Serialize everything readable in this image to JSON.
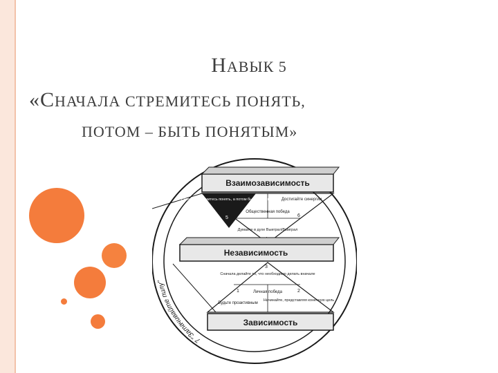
{
  "slide": {
    "title_line1_cap": "Н",
    "title_line1_rest": "АВЫК 5",
    "title_line2_lead": "«С",
    "title_line2_rest": "НАЧАЛА СТРЕМИТЕСЬ ПОНЯТЬ,",
    "title_line3": "ПОТОМ – БЫТЬ ПОНЯТЫМ»"
  },
  "colors": {
    "accent": "#f47c3c",
    "accent_light": "#f7a06a",
    "side_bar": "#fbe7dc",
    "title_text": "#3d3d3d",
    "ink": "#1a1a1a"
  },
  "diagram": {
    "top_bar": "Взаимозависимость",
    "middle_bar": "Независимость",
    "bottom_bar": "Зависимость",
    "arc_label": "7 \"Затачивайте пилу\"",
    "habit5": "Сначала стремитесь понять, а потом быть понятым",
    "habit5_num": "5",
    "habit6": "Достигайте синергии",
    "habit6_num": "6",
    "public_victory": "Общественная победа",
    "habit4": "Думайте в духе Выиграл/Выиграл",
    "habit4_num": "4",
    "habit3_num": "3",
    "habit3": "Сначала делайте то, что необходимо делать вначале",
    "private_victory": "Личная победа",
    "habit1_num": "1",
    "habit1": "Будьте проактивным",
    "habit2_num": "2",
    "habit2": "Начинайте, представляя конечную цель"
  }
}
